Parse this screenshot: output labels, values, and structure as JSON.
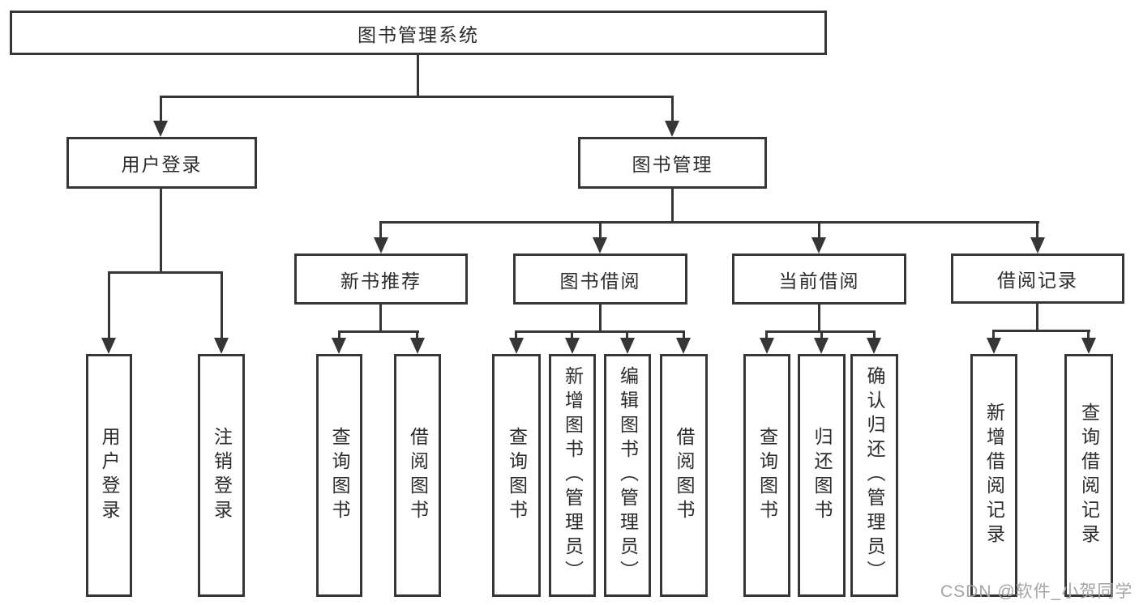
{
  "diagram": {
    "title": "图书管理系统",
    "root": {
      "label": "图书管理系统"
    },
    "login": {
      "label": "用户登录",
      "children": [
        {
          "label": "用户登录"
        },
        {
          "label": "注销登录"
        }
      ]
    },
    "management": {
      "label": "图书管理",
      "groups": [
        {
          "label": "新书推荐",
          "children": [
            {
              "label": "查询图书"
            },
            {
              "label": "借阅图书"
            }
          ]
        },
        {
          "label": "图书借阅",
          "children": [
            {
              "label": "查询图书"
            },
            {
              "label": "新增图书（管理员）"
            },
            {
              "label": "编辑图书（管理员）"
            },
            {
              "label": "借阅图书"
            }
          ]
        },
        {
          "label": "当前借阅",
          "children": [
            {
              "label": "查询图书"
            },
            {
              "label": "归还图书"
            },
            {
              "label": "确认归还（管理员）"
            }
          ]
        },
        {
          "label": "借阅记录",
          "children": [
            {
              "label": "新增借阅记录"
            },
            {
              "label": "查询借阅记录"
            }
          ]
        }
      ]
    }
  },
  "watermark": {
    "text": "CSDN @软件_小贺同学",
    "color": "#a4a4a4"
  },
  "colors": {
    "line": "#363636",
    "text": "#2c2c2c",
    "background": "#ffffff"
  }
}
